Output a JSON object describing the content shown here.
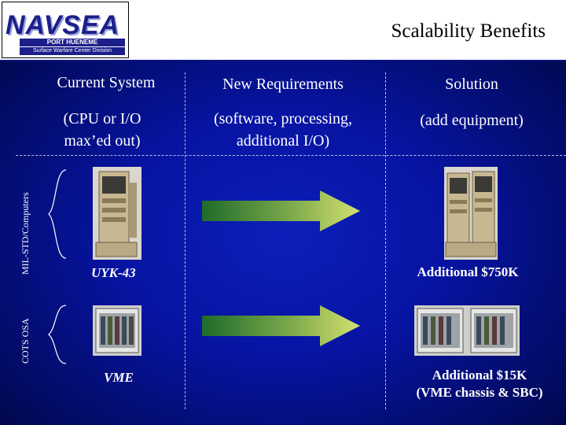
{
  "header": {
    "logo": {
      "wordmark": "NAVSEA",
      "line1": "PORT HUENEME",
      "line2": "Surface Warfare Center Division"
    },
    "title": "Scalability Benefits"
  },
  "columns": [
    {
      "heading": "Current System",
      "subtext": "(CPU or I/O max’ed out)"
    },
    {
      "heading": "New Requirements",
      "subtext": "(software, processing, additional I/O)"
    },
    {
      "heading": "Solution",
      "subtext": "(add equipment)"
    }
  ],
  "rows": [
    {
      "side_label": "MIL-STD/Computers",
      "system_label": "UYK-43",
      "cost": "Additional $750K",
      "cost_line2": ""
    },
    {
      "side_label": "COTS OSA",
      "system_label": "VME",
      "cost": "Additional $15K",
      "cost_line2": "(VME chassis & SBC)"
    }
  ],
  "colors": {
    "background": "#0714a3",
    "arrow_start": "#1f6b2a",
    "arrow_end": "#d4e070",
    "header_bg": "#ffffff"
  },
  "icons": [
    "uyk43-cabinet-image",
    "vme-chassis-image",
    "right-arrow-icon",
    "bracket-icon"
  ]
}
